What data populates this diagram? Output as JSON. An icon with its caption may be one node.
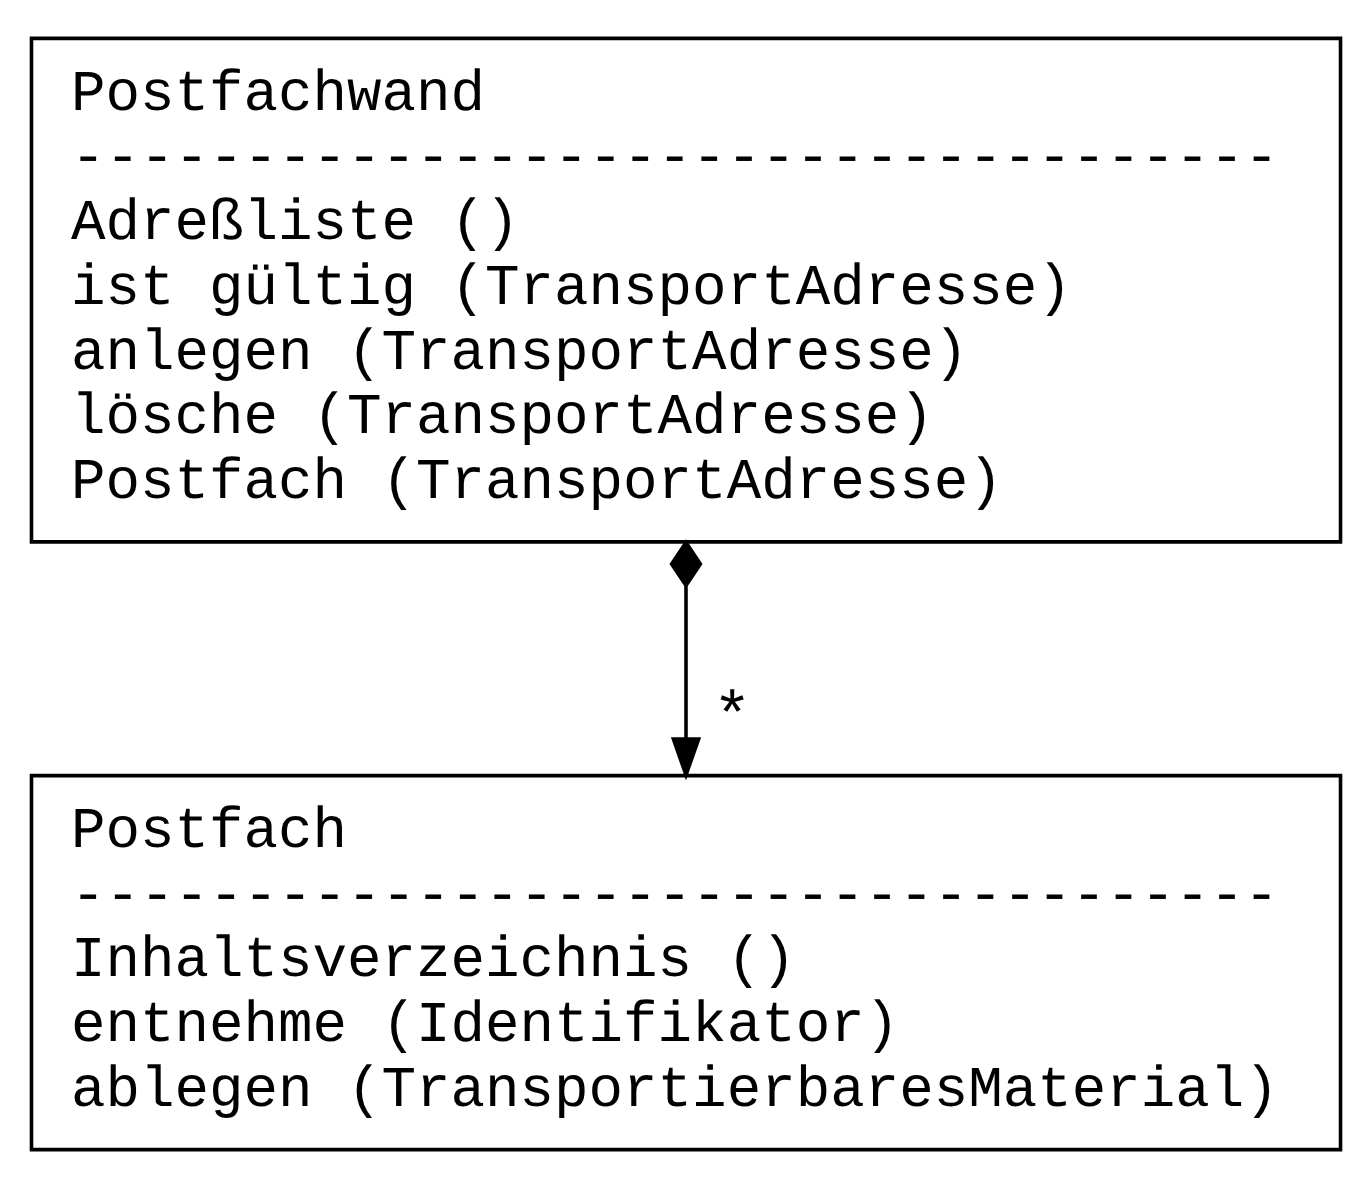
{
  "diagram": {
    "nodes": [
      {
        "text": [
          "Postfachwand",
          "-----------------------------------",
          "Adreßliste ()",
          "ist gültig (TransportAdresse)",
          "anlegen (TransportAdresse)",
          "lösche (TransportAdresse)",
          "Postfach (TransportAdresse)"
        ]
      },
      {
        "text": [
          "Postfach",
          "-----------------------------------",
          "Inhaltsverzeichnis ()",
          "entnehme (Identifikator)",
          "ablegen (TransportierbaresMaterial)"
        ]
      }
    ],
    "edges": [
      {
        "from": 0,
        "to": 1,
        "arrow": "to",
        "label": "*"
      }
    ]
  }
}
